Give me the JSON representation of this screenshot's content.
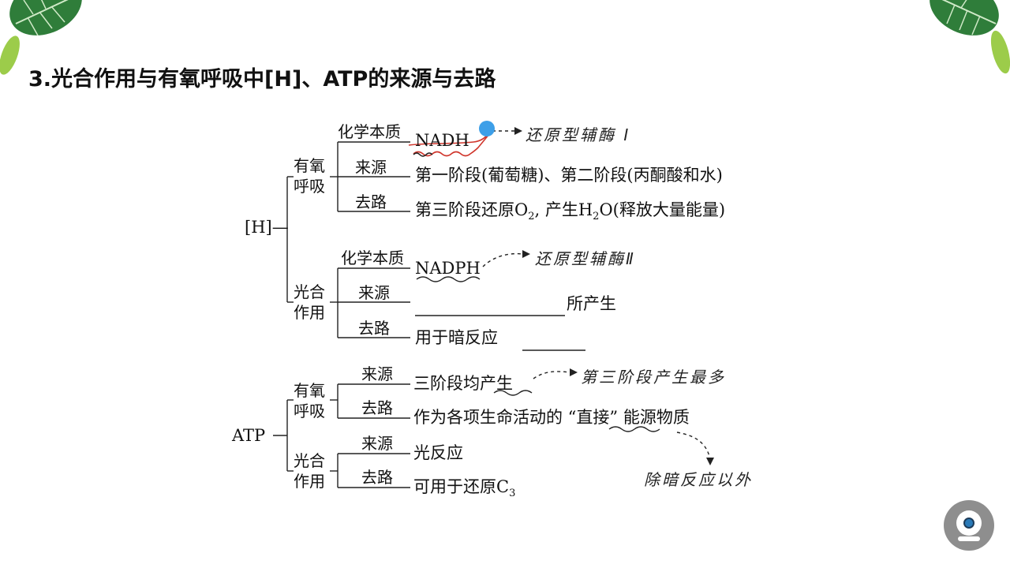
{
  "title": "3.光合作用与有氧呼吸中[H]、ATP的来源与去路",
  "h": {
    "root": "[H]—",
    "aerobic": {
      "label_1": "有氧",
      "label_2": "呼吸",
      "chem_label": "化学本质",
      "chem_value": "NADH",
      "source_label": "来源",
      "source_value": "第一阶段(葡萄糖)、第二阶段(丙酮酸和水)",
      "dest_label": "去路",
      "dest_value_1": "第三阶段还原O",
      "dest_sub_1": "2",
      "dest_value_2": ", 产生H",
      "dest_sub_2": "2",
      "dest_value_3": "O(释放大量能量)"
    },
    "photo": {
      "label_1": "光合",
      "label_2": "作用",
      "chem_label": "化学本质",
      "chem_value": "NADPH",
      "source_label": "来源",
      "source_value": "所产生",
      "dest_label": "去路",
      "dest_value": "用于暗反应"
    }
  },
  "atp": {
    "root": "ATP",
    "aerobic": {
      "label_1": "有氧",
      "label_2": "呼吸",
      "source_label": "来源",
      "source_value": "三阶段均产生",
      "dest_label": "去路",
      "dest_value": "作为各项生命活动的 “直接” 能源物质"
    },
    "photo": {
      "label_1": "光合",
      "label_2": "作用",
      "source_label": "来源",
      "source_value": "光反应",
      "dest_label": "去路",
      "dest_value": "可用于还原C",
      "dest_sub": "3"
    }
  },
  "annotations": {
    "nadh_note": "还原型辅酶 I",
    "nadph_note": "还原型辅酶Ⅱ",
    "atp_note": "第三阶段产生最多",
    "direct_note": "除暗反应以外"
  },
  "colors": {
    "annotation_red": "#d0352b",
    "pointer_blue": "#3d9fe8",
    "leaf_green": "#2f7d3a"
  },
  "icons": {
    "camera": "webcam-icon",
    "leaves": "leaf-decoration-icon"
  }
}
